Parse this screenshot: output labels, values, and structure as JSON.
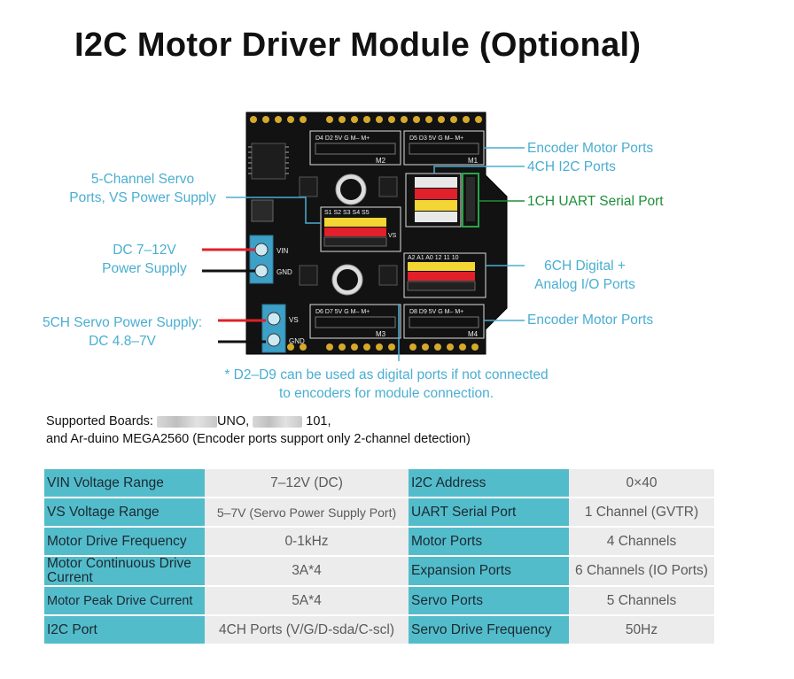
{
  "title": "I2C Motor Driver Module (Optional)",
  "labels": {
    "servo_ports": [
      "5-Channel Servo",
      "Ports, VS Power Supply"
    ],
    "dc_power": [
      "DC 7–12V",
      "Power Supply"
    ],
    "servo_power": [
      "5CH Servo Power Supply:",
      "DC 4.8–7V"
    ],
    "encoder_top": "Encoder Motor Ports",
    "i2c_ports": "4CH I2C Ports",
    "uart": "1CH UART Serial Port",
    "digital_analog": [
      "6CH Digital +",
      "Analog I/O Ports"
    ],
    "encoder_bottom": "Encoder Motor Ports",
    "note": [
      "* D2–D9 can be used as digital ports if not connected",
      "to encoders for module connection."
    ]
  },
  "board": {
    "m2_pins": "D4  D2  5V  G  M–  M+",
    "m1_pins": "D5  D3  5V  G  M–  M+",
    "m2": "M2",
    "m1": "M1",
    "m3_pins": "D6  D7  5V  G  M–  M+",
    "m4_pins": "D8  D9  5V  G  M–  M+",
    "m3": "M3",
    "m4": "M4",
    "servo_header": "S1 S2 S3 S4 S5",
    "vs_label": "VS",
    "io_header": "A2 A1 A0 12  11  10",
    "vin": "VIN",
    "gnd": "GND",
    "vs": "VS",
    "gnd2": "GND"
  },
  "supported": {
    "line1_prefix": "Supported Boards:",
    "line1_mid": "UNO,",
    "line1_end": "101,",
    "line2": "and Ar-duino MEGA2560 (Encoder ports support only 2-channel detection)"
  },
  "specs": [
    {
      "k1": "VIN Voltage Range",
      "v1": "7–12V (DC)",
      "k2": "I2C Address",
      "v2": "0×40"
    },
    {
      "k1": "VS Voltage Range",
      "v1": "5–7V (Servo Power Supply Port)",
      "k2": "UART Serial Port",
      "v2": "1 Channel (GVTR)"
    },
    {
      "k1": "Motor Drive Frequency",
      "v1": "0-1kHz",
      "k2": "Motor Ports",
      "v2": "4 Channels"
    },
    {
      "k1": "Motor Continuous Drive Current",
      "v1": "3A*4",
      "k2": "Expansion Ports",
      "v2": "6 Channels (IO Ports)"
    },
    {
      "k1": "Motor Peak Drive Current",
      "v1": "5A*4",
      "k2": "Servo Ports",
      "v2": "5 Channels"
    },
    {
      "k1": "I2C Port",
      "v1": "4CH Ports (V/G/D-sda/C-scl)",
      "k2": "Servo Drive Frequency",
      "v2": "50Hz"
    }
  ],
  "colors": {
    "accent": "#4aaed1",
    "green": "#1f8f3a",
    "table_key": "#53bccb",
    "table_val": "#ececec"
  }
}
